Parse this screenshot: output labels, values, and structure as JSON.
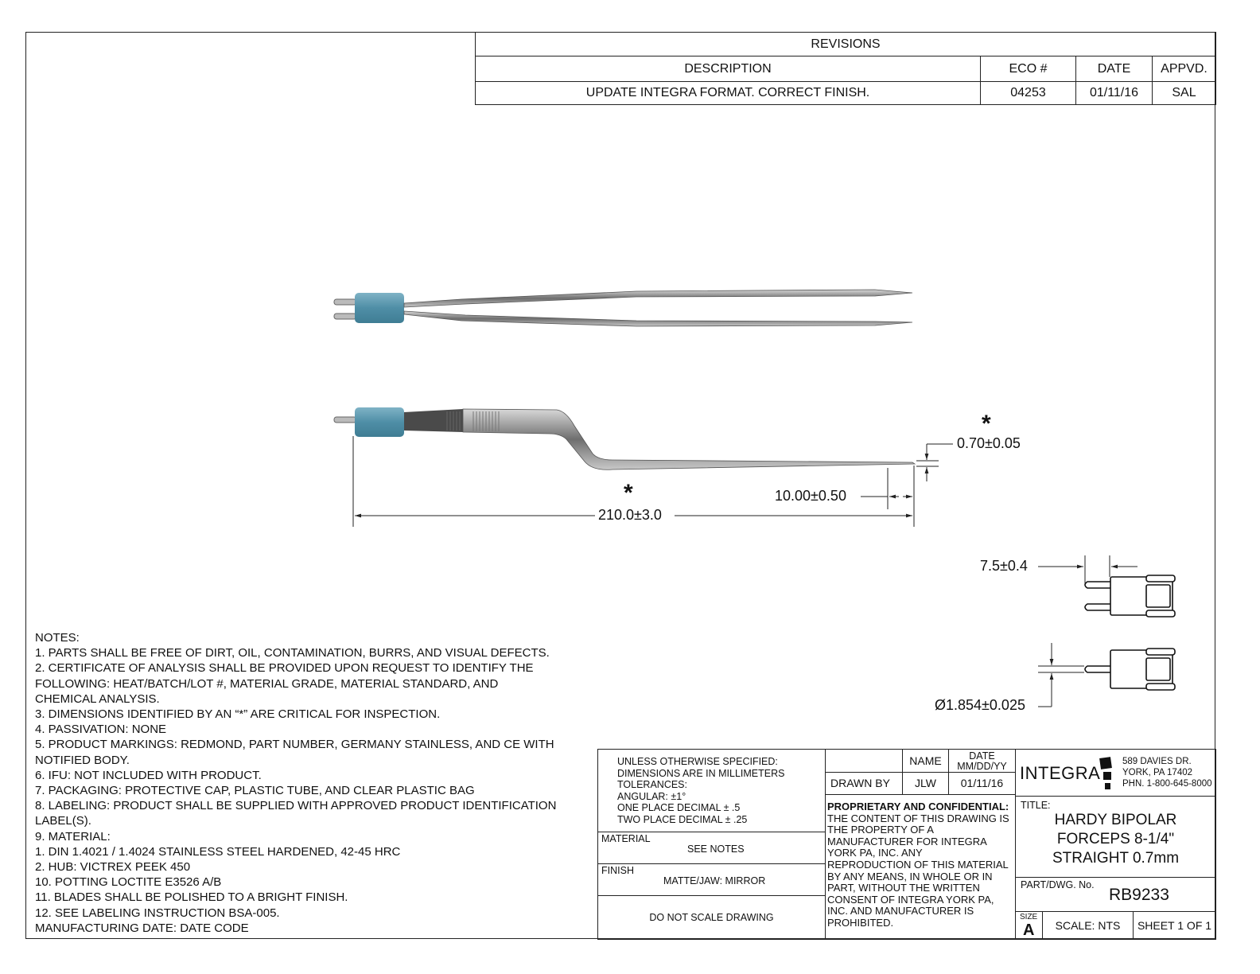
{
  "revisions": {
    "title": "REVISIONS",
    "headers": {
      "description": "DESCRIPTION",
      "eco": "ECO #",
      "date": "DATE",
      "approved": "APPVD."
    },
    "rows": [
      {
        "description": "UPDATE INTEGRA FORMAT. CORRECT FINISH.",
        "eco": "04253",
        "date": "01/11/16",
        "approved": "SAL"
      }
    ]
  },
  "dimensions": {
    "overall_length": "210.0±3.0",
    "tip_length": "10.00±0.50",
    "tip_width": "0.70±0.05",
    "pin_length": "7.5±0.4",
    "pin_diameter": "Ø1.854±0.025",
    "critical_mark": "*"
  },
  "notes": {
    "heading": "NOTES:",
    "lines": [
      "1.  PARTS SHALL BE FREE OF DIRT, OIL, CONTAMINATION, BURRS, AND VISUAL DEFECTS.",
      "2.  CERTIFICATE OF ANALYSIS SHALL BE PROVIDED UPON REQUEST TO IDENTIFY THE",
      "     FOLLOWING: HEAT/BATCH/LOT #, MATERIAL GRADE, MATERIAL STANDARD, AND",
      "     CHEMICAL ANALYSIS.",
      "3.  DIMENSIONS IDENTIFIED BY AN “*” ARE CRITICAL FOR INSPECTION.",
      "4.  PASSIVATION: NONE",
      "5.  PRODUCT MARKINGS: REDMOND, PART NUMBER, GERMANY STAINLESS, AND CE WITH",
      "     NOTIFIED BODY.",
      "6.  IFU: NOT INCLUDED WITH PRODUCT.",
      "7.  PACKAGING: PROTECTIVE CAP, PLASTIC TUBE, AND CLEAR PLASTIC BAG",
      "8.  LABELING: PRODUCT SHALL BE SUPPLIED WITH APPROVED PRODUCT IDENTIFICATION",
      "     LABEL(S).",
      "9. MATERIAL:",
      "    1. DIN 1.4021 / 1.4024 STAINLESS STEEL HARDENED, 42-45 HRC",
      "    2. HUB: VICTREX PEEK 450",
      "10. POTTING LOCTITE E3526 A/B",
      "11. BLADES SHALL BE POLISHED TO A BRIGHT FINISH.",
      "12. SEE LABELING INSTRUCTION BSA-005.",
      "      MANUFACTURING DATE: DATE CODE"
    ]
  },
  "title_block": {
    "tolerances": [
      "UNLESS OTHERWISE SPECIFIED:",
      "DIMENSIONS ARE IN MILLIMETERS",
      "TOLERANCES:",
      "ANGULAR: ±1°",
      "ONE PLACE DECIMAL ± .5",
      "TWO PLACE DECIMAL ± .25"
    ],
    "material_label": "MATERIAL",
    "material_value": "SEE NOTES",
    "finish_label": "FINISH",
    "finish_value": "MATTE/JAW: MIRROR",
    "do_not_scale": "DO NOT SCALE DRAWING",
    "name_header": "NAME",
    "date_header": "DATE",
    "date_format": "MM/DD/YY",
    "drawn_by_label": "DRAWN BY",
    "drawn_by_name": "JLW",
    "drawn_by_date": "01/11/16",
    "proprietary_heading": "PROPRIETARY AND CONFIDENTIAL:",
    "proprietary_lines": [
      "THE CONTENT OF THIS DRAWING IS",
      "THE PROPERTY OF A",
      "MANUFACTURER FOR INTEGRA",
      "YORK PA, INC. ANY",
      "REPRODUCTION OF THIS MATERIAL",
      "BY ANY MEANS, IN WHOLE OR IN",
      "PART, WITHOUT THE WRITTEN",
      "CONSENT OF INTEGRA YORK PA,",
      "INC. AND MANUFACTURER IS",
      "PROHIBITED."
    ],
    "company": "INTEGRA",
    "address": [
      "589 DAVIES DR.",
      "YORK, PA 17402",
      "PHN. 1-800-645-8000"
    ],
    "title_label": "TITLE:",
    "title_lines": [
      "HARDY BIPOLAR",
      "FORCEPS 8-1/4\"",
      "STRAIGHT 0.7mm"
    ],
    "part_label": "PART/DWG. No.",
    "part_number": "RB9233",
    "size_label": "SIZE",
    "size_value": "A",
    "scale": "SCALE: NTS",
    "sheet": "SHEET 1 OF 1"
  },
  "colors": {
    "hub": "#5b97ad",
    "steel": "#9a9a9a",
    "handle": "#4a4a4a"
  }
}
